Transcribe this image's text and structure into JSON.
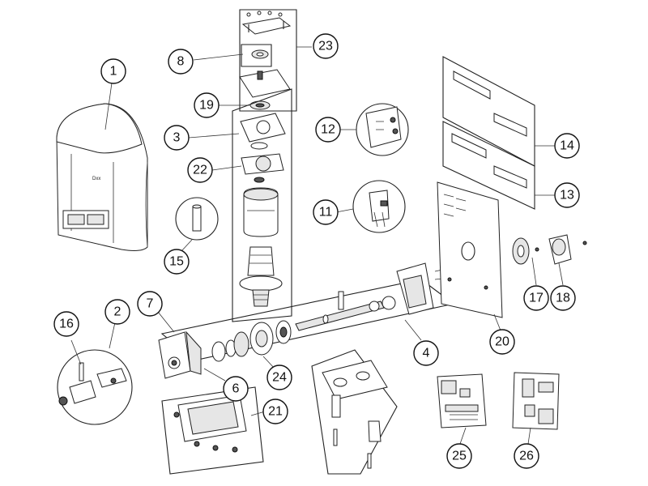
{
  "callouts": [
    "1",
    "2",
    "3",
    "4",
    "6",
    "7",
    "8",
    "11",
    "12",
    "13",
    "14",
    "15",
    "16",
    "17",
    "18",
    "19",
    "20",
    "21",
    "22",
    "23",
    "24",
    "25",
    "26"
  ],
  "housing_brand": "Dxx",
  "colors": {
    "line": "#222222",
    "background": "#ffffff",
    "shade": "#e6e6e6"
  }
}
